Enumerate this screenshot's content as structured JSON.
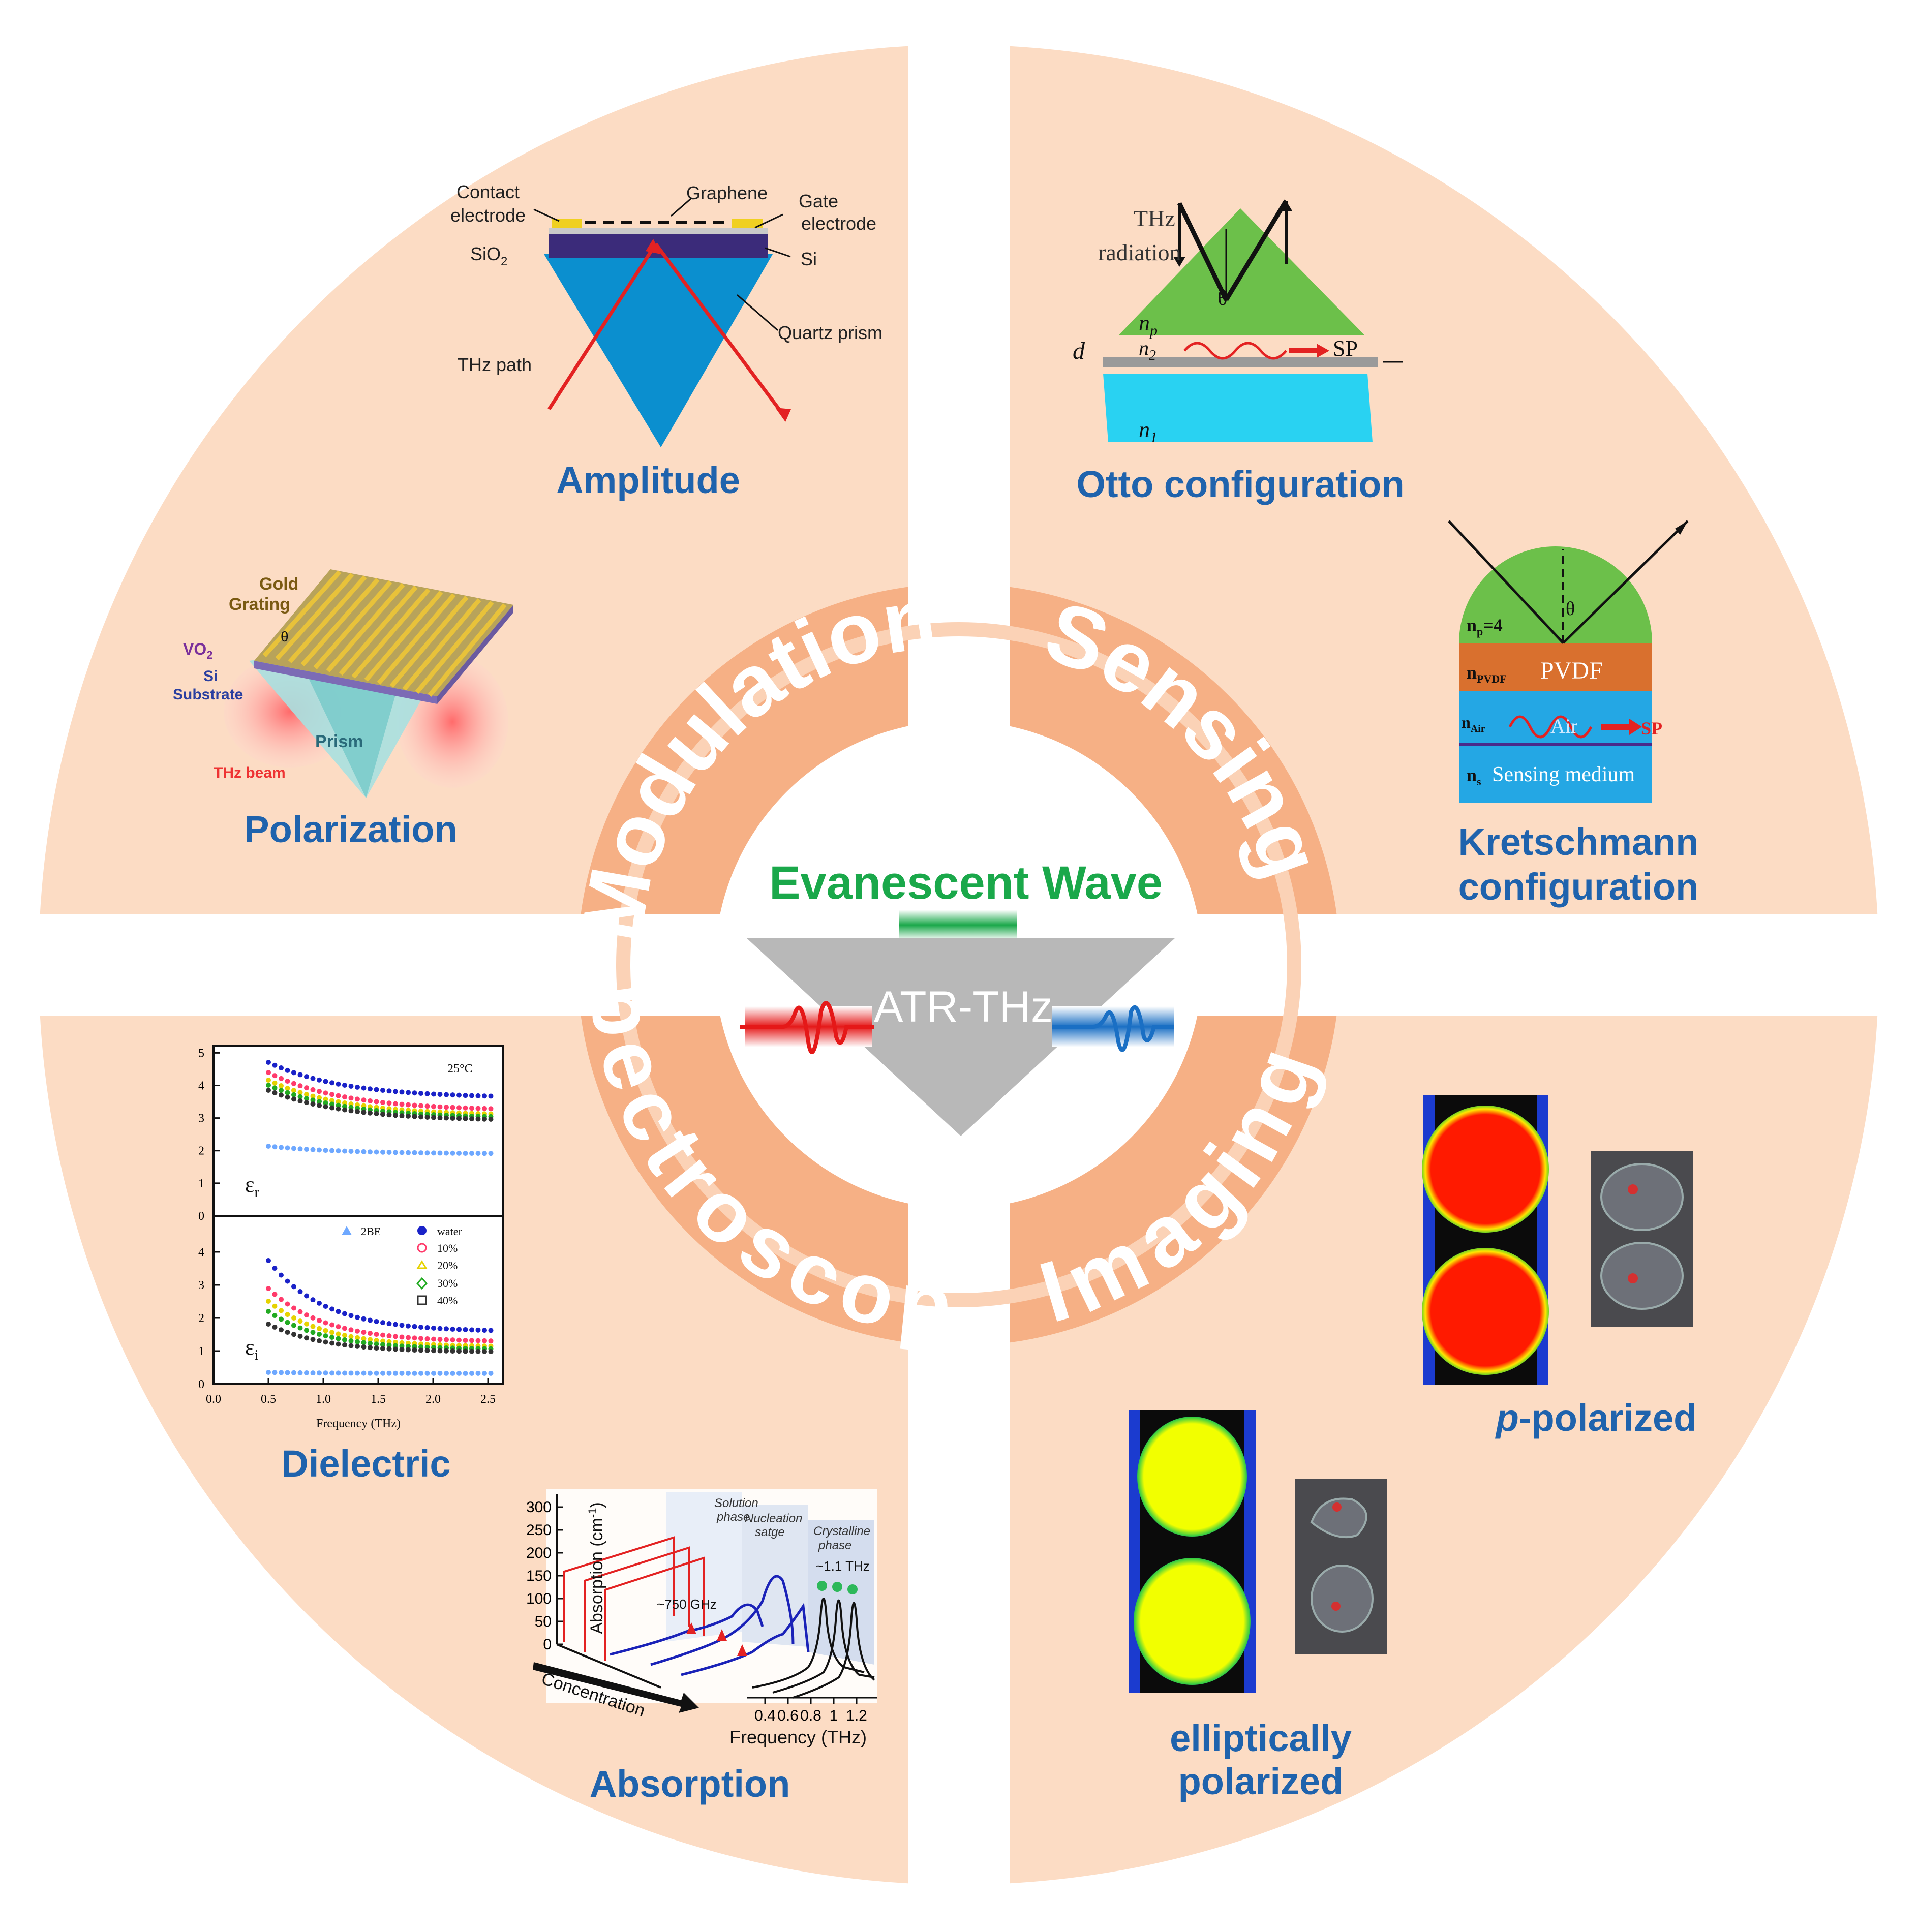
{
  "colors": {
    "quadrant_bg": "#fcdcc4",
    "ring": "#f6b085",
    "title_blue": "#1f63ad",
    "center_green": "#1aa84a",
    "prism_gray": "#b8b8b8",
    "pulse_red": "#e51818",
    "pulse_blue": "#1a6fc4"
  },
  "center": {
    "title": "Evanescent Wave",
    "prism_label": "ATR-THz"
  },
  "ring_labels": {
    "modulation": "Modulation",
    "sensing": "Sensing",
    "spectroscopy": "Spectroscopy",
    "imaging": "Imaging"
  },
  "modulation": {
    "amplitude": {
      "title": "Amplitude",
      "labels": {
        "contact": "Contact",
        "contact2": "electrode",
        "graphene": "Graphene",
        "gate": "Gate",
        "gate2": "electrode",
        "sio2": "SiO",
        "sio2_sub": "2",
        "si": "Si",
        "quartz": "Quartz prism",
        "thz_path": "THz path"
      }
    },
    "polarization": {
      "title": "Polarization",
      "labels": {
        "gold": "Gold",
        "grating": "Grating",
        "vo2": "VO",
        "vo2_sub": "2",
        "si": "Si",
        "substrate": "Substrate",
        "prism": "Prism",
        "thz_beam": "THz beam",
        "theta": "θ"
      }
    }
  },
  "sensing": {
    "otto": {
      "title": "Otto configuration",
      "labels": {
        "thz": "THz",
        "radiation": "radiation",
        "theta": "θ",
        "np": "n",
        "np_sub": "p",
        "d": "d",
        "n2": "n",
        "n2_sub": "2",
        "sp": "SP",
        "n1": "n",
        "n1_sub": "1"
      }
    },
    "kretschmann": {
      "title_line1": "Kretschmann",
      "title_line2": "configuration",
      "labels": {
        "theta": "θ",
        "np": "n",
        "np_sub": "p",
        "np_val": "=4",
        "npvdf": "n",
        "npvdf_sub": "PVDF",
        "pvdf": "PVDF",
        "nair": "n",
        "nair_sub": "Air",
        "air": "Air",
        "sp": "SP",
        "ns": "n",
        "ns_sub": "s",
        "medium": "Sensing medium"
      }
    }
  },
  "spectroscopy": {
    "dielectric": {
      "title": "Dielectric",
      "temp": "25°C",
      "er": "ε",
      "er_sub": "r",
      "ei": "ε",
      "ei_sub": "i",
      "xlabel": "Frequency (THz)",
      "xticks": [
        "0.0",
        "0.5",
        "1.0",
        "1.5",
        "2.0",
        "2.5"
      ],
      "yticks_top": [
        "0",
        "1",
        "2",
        "3",
        "4",
        "5"
      ],
      "yticks_bottom": [
        "0",
        "1",
        "2",
        "3",
        "4"
      ],
      "legend": [
        "2BE",
        "water",
        "10%",
        "20%",
        "30%",
        "40%"
      ]
    },
    "absorption": {
      "title": "Absorption",
      "ylabel": "Absorption (cm",
      "ylabel_sup": "-1",
      "ylabel_end": ")",
      "yticks": [
        "0",
        "50",
        "100",
        "150",
        "200",
        "250",
        "300"
      ],
      "xticks": [
        "0.4",
        "0.6",
        "0.8",
        "1",
        "1.2"
      ],
      "xlabel": "Frequency (THz)",
      "concentration": "Concentration",
      "solution1": "Solution",
      "solution2": "phase",
      "nucleation1": "Nucleation",
      "nucleation2": "satge",
      "crystal1": "Crystalline",
      "crystal2": "phase",
      "peak750": "~750 GHz",
      "peak11": "~1.1 THz"
    }
  },
  "imaging": {
    "p_polarized_prefix": "p",
    "p_polarized_rest": "-polarized",
    "elliptical_line1": "elliptically",
    "elliptical_line2": "polarized"
  }
}
